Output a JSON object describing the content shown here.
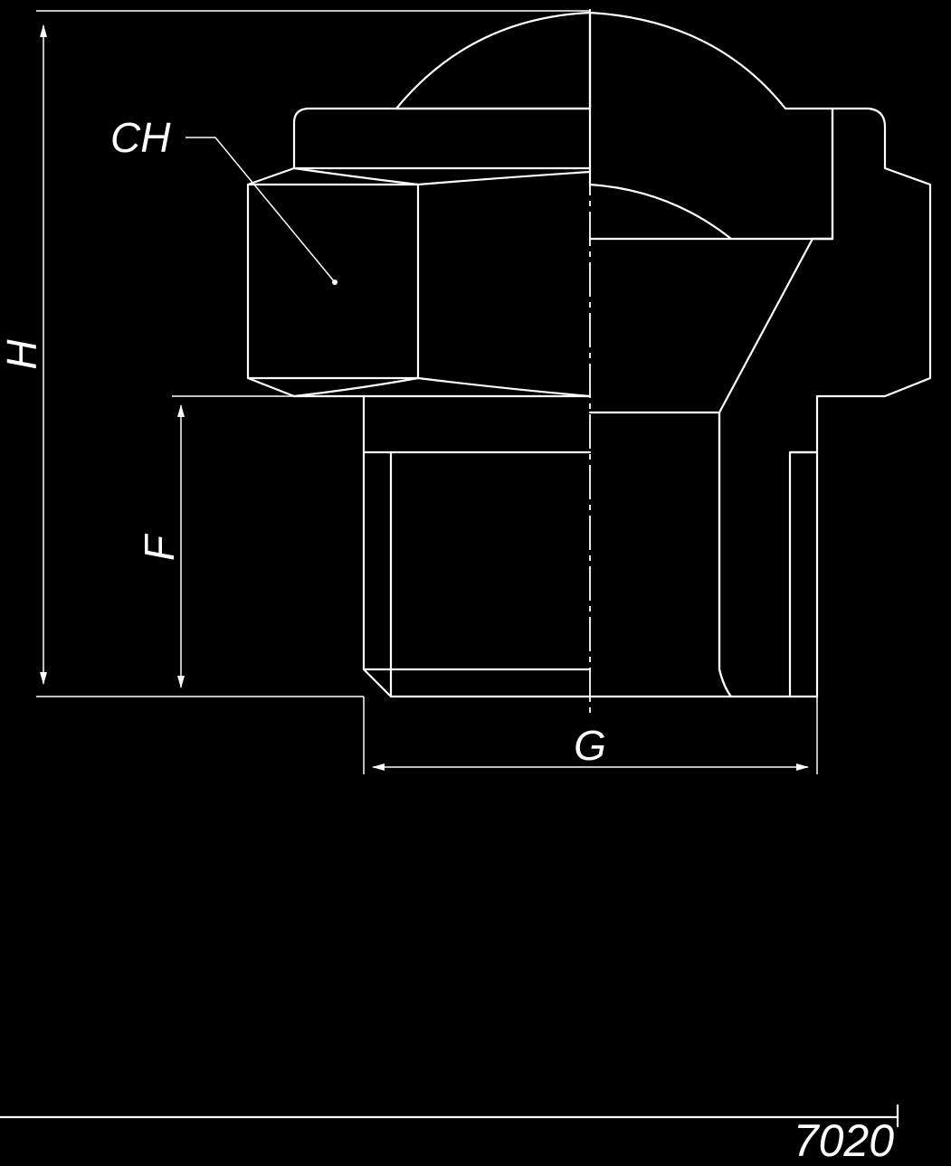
{
  "drawing": {
    "labels": {
      "hex_size": "CH",
      "height": "H",
      "thread_length": "F",
      "thread_size": "G"
    },
    "code": "7020"
  },
  "colors": {
    "background": "#000000",
    "lines": "#ffffff"
  }
}
